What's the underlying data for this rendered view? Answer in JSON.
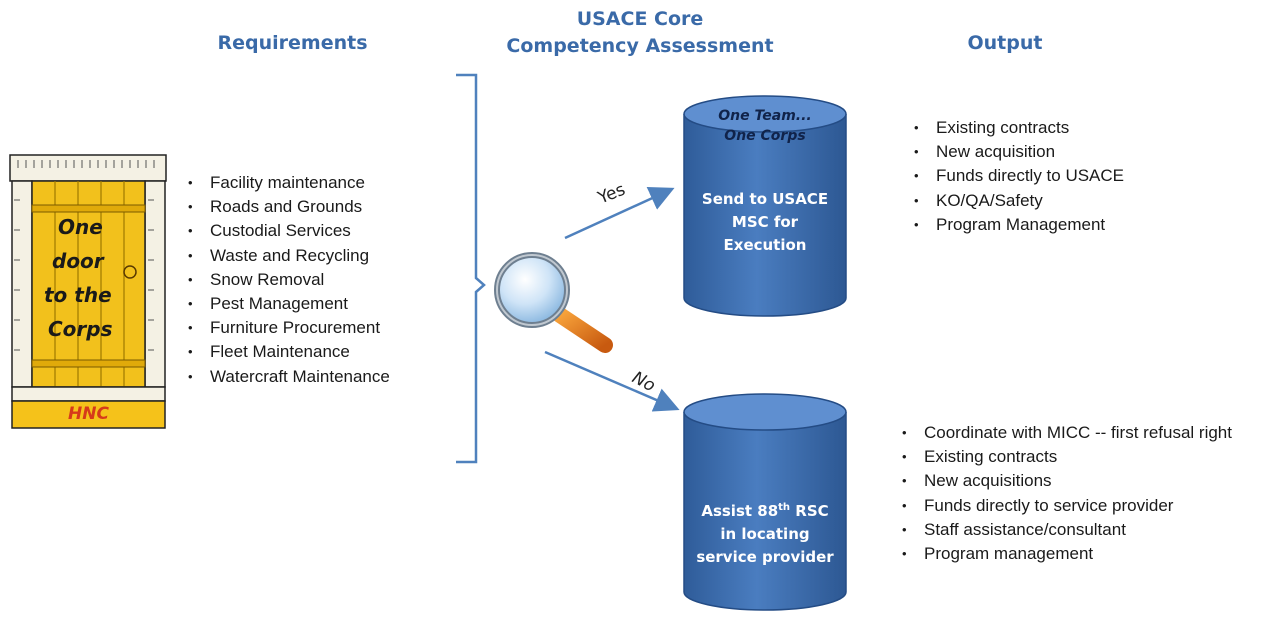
{
  "headers": {
    "requirements": "Requirements",
    "assessment_line1": "USACE Core",
    "assessment_line2": "Competency Assessment",
    "output": "Output"
  },
  "door": {
    "lines": [
      "One",
      "door",
      "to the",
      "Corps"
    ],
    "plaque": "HNC"
  },
  "requirements": [
    "Facility maintenance",
    "Roads and Grounds",
    "Custodial Services",
    "Waste and Recycling",
    "Snow Removal",
    "Pest Management",
    "Furniture Procurement",
    "Fleet Maintenance",
    "Watercraft Maintenance"
  ],
  "yes_branch": {
    "arrow_label": "Yes",
    "cylinder_top_line1": "One Team...",
    "cylinder_top_line2": "One Corps",
    "cylinder_line1": "Send to USACE",
    "cylinder_line2": "MSC for",
    "cylinder_line3": "Execution",
    "outputs": [
      "Existing contracts",
      "New acquisition",
      "Funds directly to USACE",
      "KO/QA/Safety",
      "Program Management"
    ]
  },
  "no_branch": {
    "arrow_label": "No",
    "cylinder_line1_prefix": "Assist 88",
    "cylinder_line1_sup": "th",
    "cylinder_line1_suffix": " RSC",
    "cylinder_line2": "in locating",
    "cylinder_line3": "service provider",
    "outputs": [
      "Coordinate with MICC -- first refusal right",
      "Existing contracts",
      "New acquisitions",
      "Funds directly to service provider",
      "Staff assistance/consultant",
      "Program management"
    ]
  },
  "colors": {
    "header_blue": "#3a6aa8",
    "cylinder_fill": "#3f6fb0",
    "cylinder_top": "#5f8fd0",
    "arrow_blue": "#4f81bd",
    "door_yellow": "#f2c11c",
    "door_plaque": "#f5c21a",
    "plaque_text": "#d63a1a"
  },
  "icons": [
    "magnifying-glass-icon"
  ]
}
